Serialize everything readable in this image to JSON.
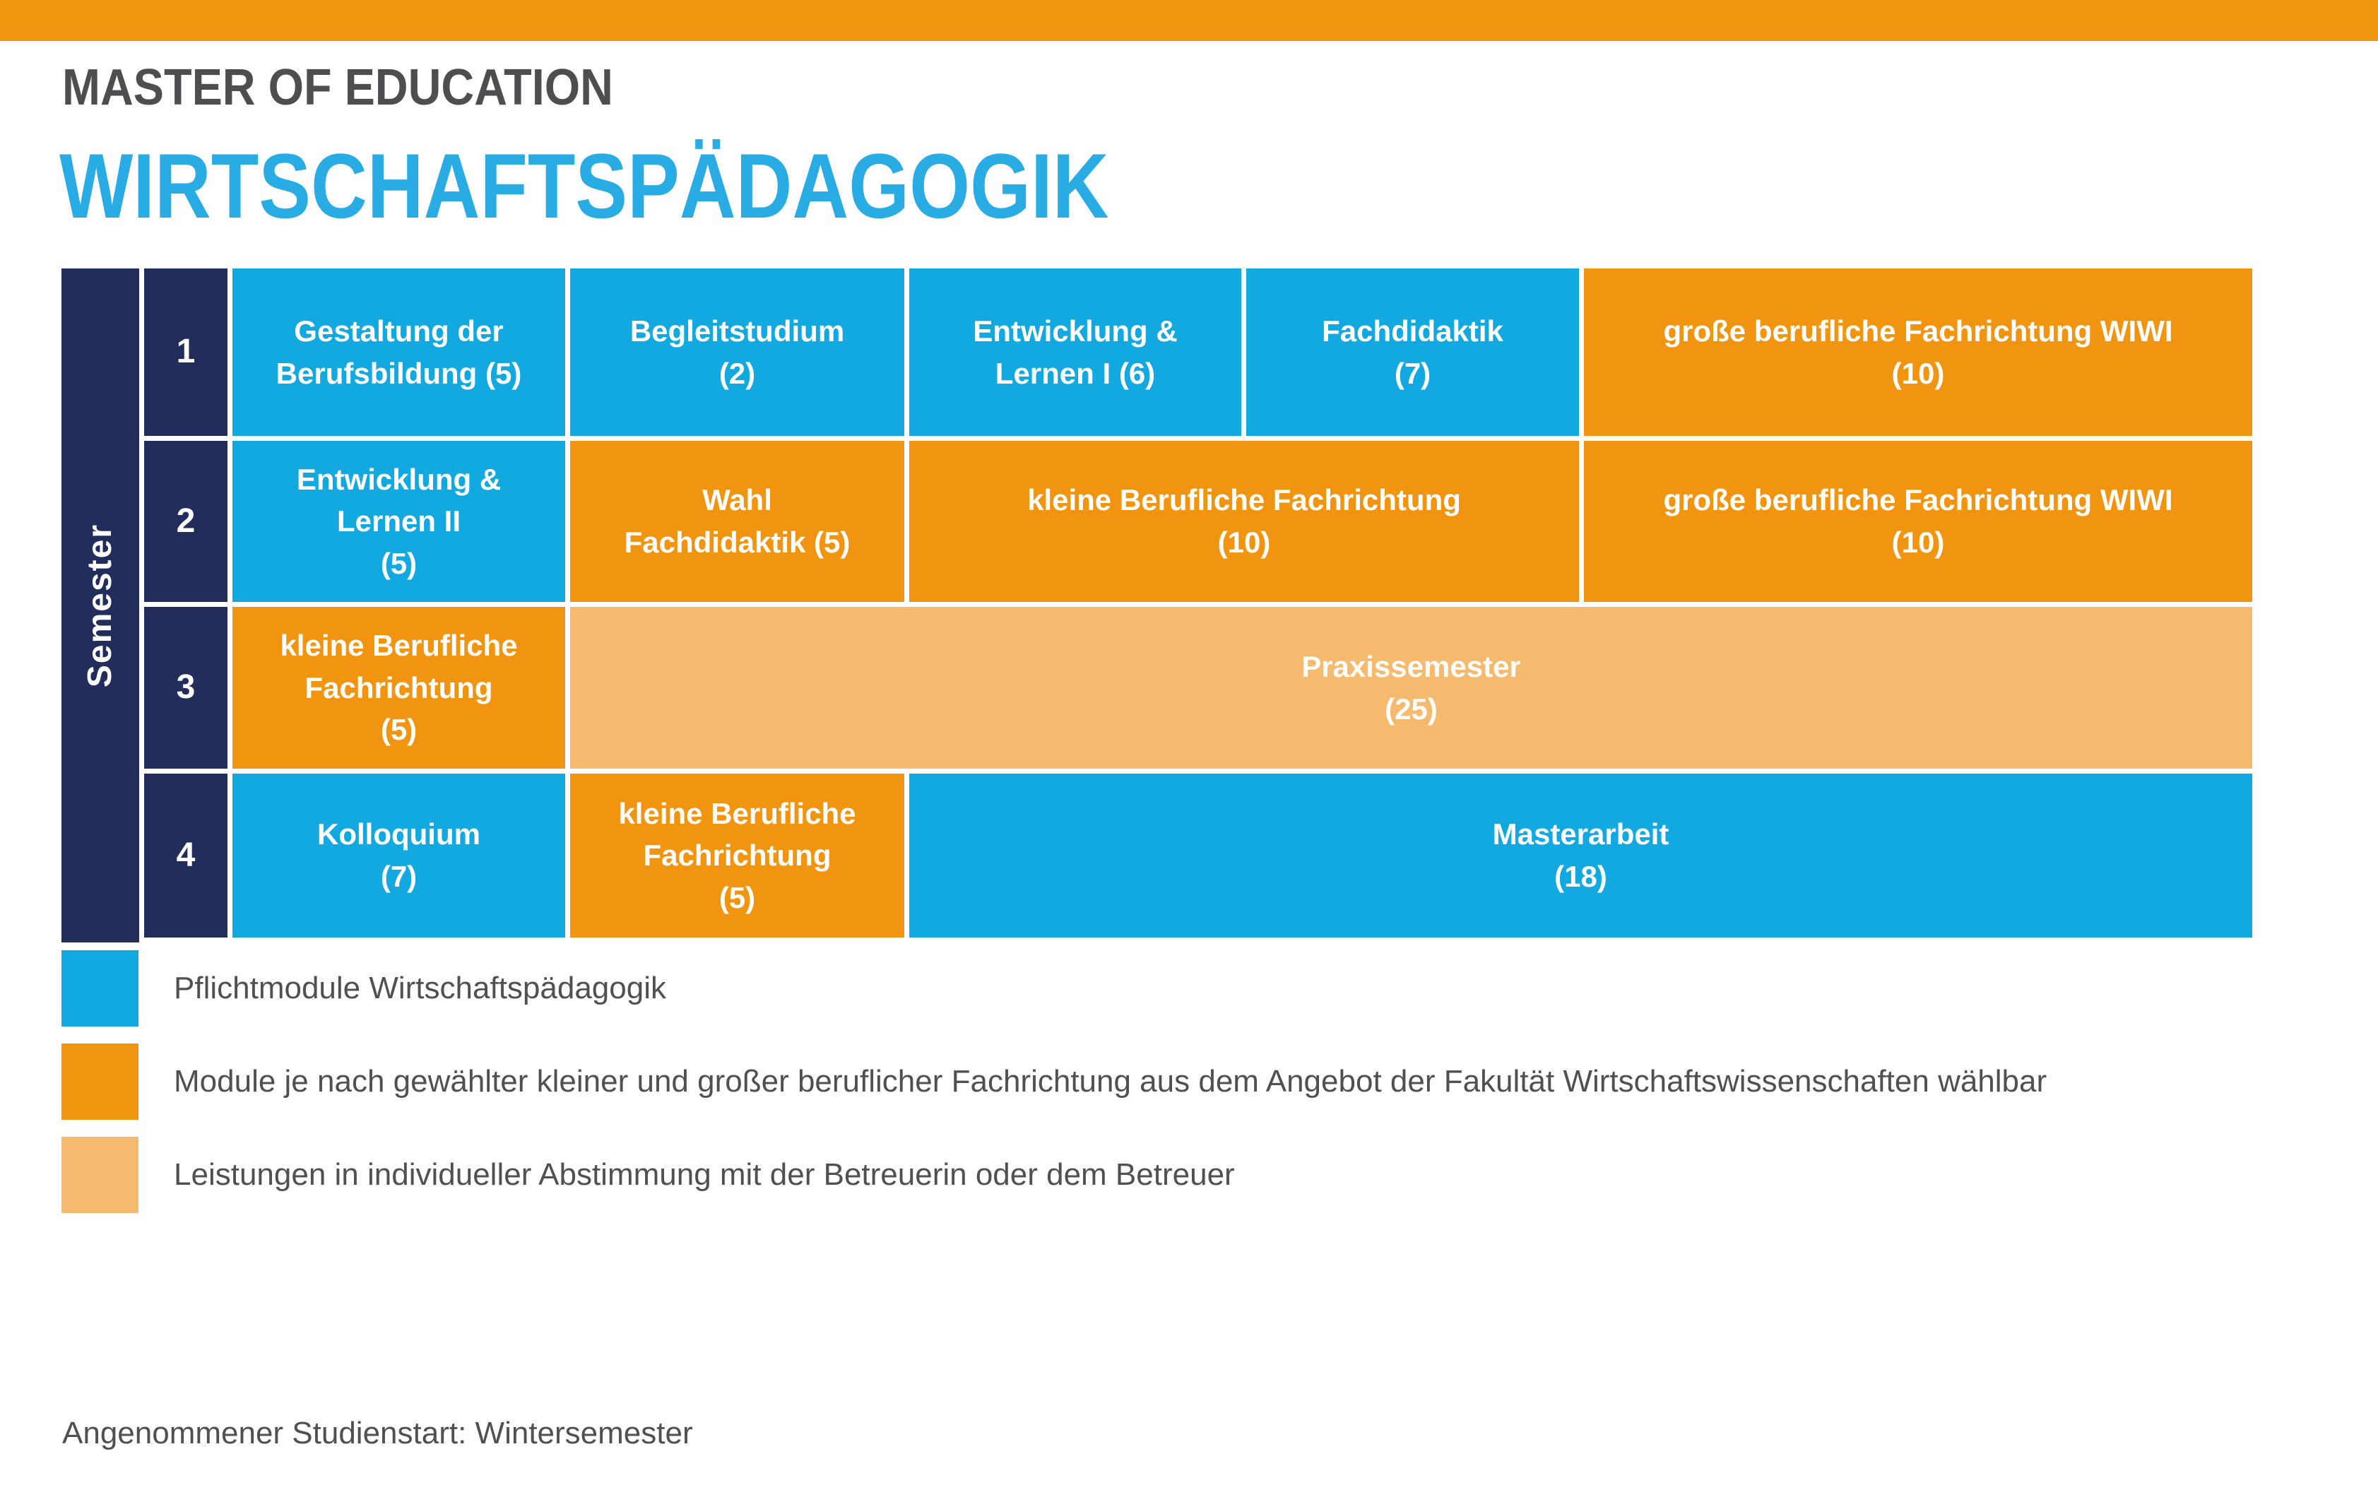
{
  "colors": {
    "topbar": "#F1940F",
    "navy": "#222D5C",
    "cyan": "#12A9E1",
    "orange": "#F1940F",
    "light-orange": "#F6BA6F",
    "title-cyan": "#29ACE3",
    "title-gray": "#4E4E50",
    "text-gray": "#4F5052"
  },
  "header": {
    "eyebrow": "MASTER OF EDUCATION",
    "title": "WIRTSCHAFTSPÄDAGOGIK"
  },
  "table": {
    "axis_label": "Semester",
    "rows": [
      {
        "number": "1",
        "cells": [
          {
            "text": "Gestaltung der\nBerufsbildung (5)",
            "type": "pflichtmodul"
          },
          {
            "text": "Begleitstudium\n(2)",
            "type": "pflichtmodul"
          },
          {
            "text": "Entwicklung &\nLernen I (6)",
            "type": "pflichtmodul"
          },
          {
            "text": "Fachdidaktik\n(7)",
            "type": "pflichtmodul"
          },
          {
            "text": "große berufliche Fachrichtung WIWI\n(10)",
            "type": "wahlmodul"
          }
        ]
      },
      {
        "number": "2",
        "cells": [
          {
            "text": "Entwicklung &\nLernen II\n(5)",
            "type": "pflichtmodul"
          },
          {
            "text": "Wahl\nFachdidaktik (5)",
            "type": "wahlmodul"
          },
          {
            "text": "kleine Berufliche Fachrichtung\n(10)",
            "type": "wahlmodul"
          },
          {
            "text": "große berufliche Fachrichtung WIWI\n(10)",
            "type": "wahlmodul"
          }
        ]
      },
      {
        "number": "3",
        "cells": [
          {
            "text": "kleine Berufliche\nFachrichtung\n(5)",
            "type": "wahlmodul"
          },
          {
            "text": "Praxissemester\n(25)",
            "type": "individuell"
          }
        ]
      },
      {
        "number": "4",
        "cells": [
          {
            "text": "Kolloquium\n(7)",
            "type": "pflichtmodul"
          },
          {
            "text": "kleine Berufliche\nFachrichtung\n(5)",
            "type": "wahlmodul"
          },
          {
            "text": "Masterarbeit\n(18)",
            "type": "pflichtmodul"
          }
        ]
      }
    ]
  },
  "legend": {
    "items": [
      {
        "label": "Pflichtmodule Wirtschaftspädagogik",
        "color": "#12A9E1"
      },
      {
        "label": "Module je nach gewählter kleiner und großer beruflicher Fachrichtung aus dem Angebot der Fakultät Wirtschaftswissenschaften wählbar",
        "color": "#F1940F"
      },
      {
        "label": "Leistungen in individueller Abstimmung mit der Betreuerin oder dem Betreuer",
        "color": "#F6BA6F"
      }
    ]
  },
  "footnote": "Angenommener Studienstart: Wintersemester"
}
